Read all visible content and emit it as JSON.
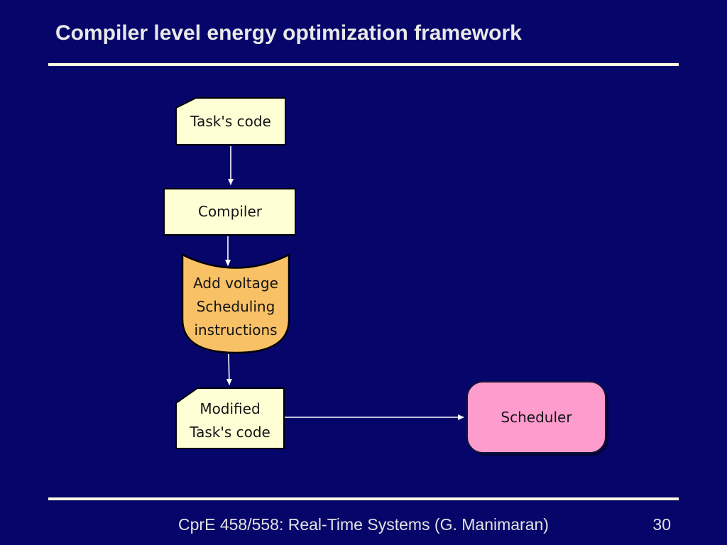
{
  "slide": {
    "title": "Compiler level energy optimization framework",
    "footer_text": "CprE 458/558: Real-Time Systems (G. Manimaran)",
    "page_number": "30"
  },
  "colors": {
    "background": "#06066A",
    "node_pale_yellow": "#FFFFD6",
    "node_orange": "#F9C166",
    "node_pink": "#FF9CCE",
    "outline_black": "#000000",
    "rule_cream": "#FFFCE1",
    "arrow_white": "#FFFFFF",
    "title_text": "#E9E9E9"
  },
  "diagram": {
    "nodes": [
      {
        "id": "task-code",
        "shape": "snipped-corner-card",
        "label": "Task's code"
      },
      {
        "id": "compiler",
        "shape": "rectangle",
        "label": "Compiler"
      },
      {
        "id": "add-voltage",
        "shape": "cylinder",
        "label": "Add voltage\nScheduling\ninstructions"
      },
      {
        "id": "modified-task-code",
        "shape": "snipped-corner-card",
        "label": "Modified\nTask's code"
      },
      {
        "id": "scheduler",
        "shape": "rounded-rectangle",
        "label": "Scheduler"
      }
    ],
    "connections": [
      {
        "from": "task-code",
        "to": "compiler",
        "direction": "down"
      },
      {
        "from": "compiler",
        "to": "add-voltage",
        "direction": "down"
      },
      {
        "from": "add-voltage",
        "to": "modified-task-code",
        "direction": "down"
      },
      {
        "from": "modified-task-code",
        "to": "scheduler",
        "direction": "right"
      }
    ]
  }
}
